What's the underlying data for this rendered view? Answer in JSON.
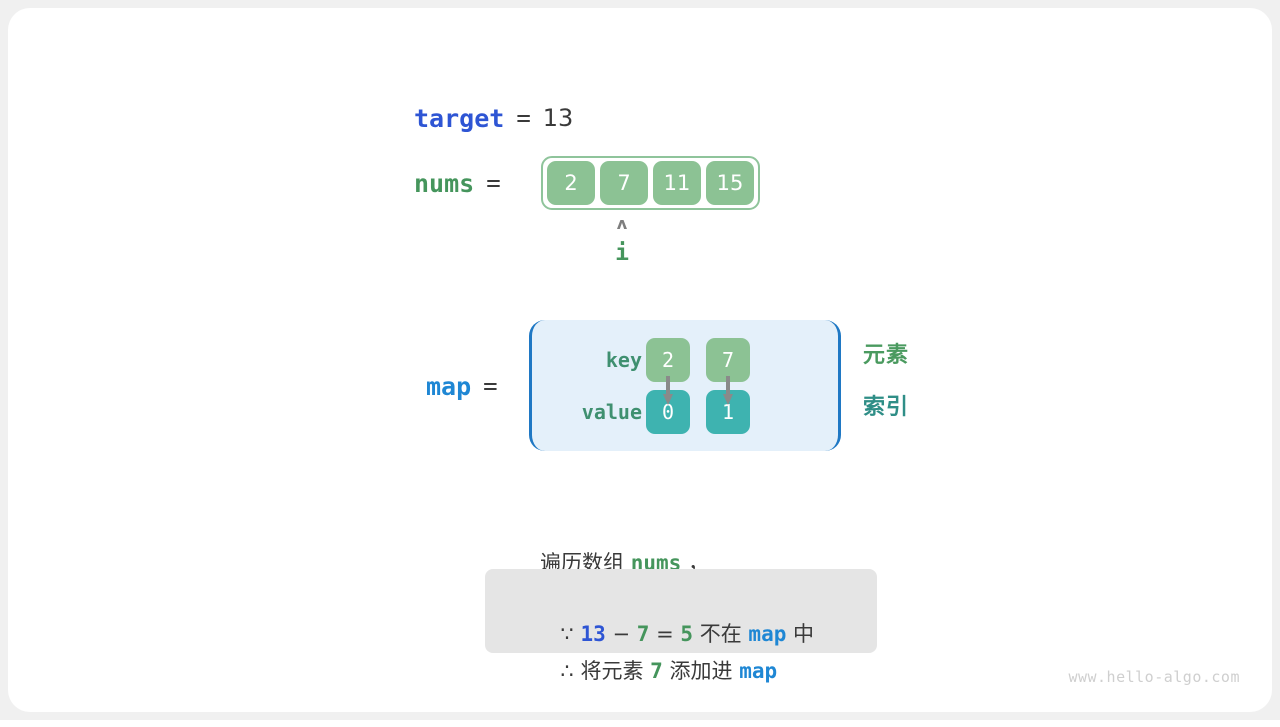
{
  "target": {
    "name": "target",
    "equals": "=",
    "value": "13"
  },
  "nums": {
    "name": "nums",
    "equals": "=",
    "cells": [
      "2",
      "7",
      "11",
      "15"
    ],
    "pointer": {
      "caret": "ʌ",
      "label": "i",
      "index": 1
    }
  },
  "map": {
    "name": "map",
    "equals": "=",
    "row_labels": {
      "key": "key",
      "value": "value"
    },
    "entries": [
      {
        "key": "2",
        "value": "0"
      },
      {
        "key": "7",
        "value": "1"
      }
    ],
    "legend": {
      "element": "元素",
      "index": "索引"
    }
  },
  "caption": {
    "prefix": "遍历数组 ",
    "code": "nums",
    "suffix": " ，"
  },
  "note": {
    "line1": {
      "because_symbol": "∵",
      "a": "13",
      "minus": "−",
      "b": "7",
      "eq": "=",
      "result": "5",
      "mid": "不在",
      "target": "map",
      "tail": "中"
    },
    "line2": {
      "therefore_symbol": "∴",
      "pre": "将元素",
      "num": "7",
      "mid": "添加进",
      "target": "map"
    }
  },
  "watermark": "www.hello-algo.com",
  "colors": {
    "target_blue": "#2e55d4",
    "map_blue": "#1f87d4",
    "green": "#45955c",
    "cell_green": "#8cc294",
    "cell_teal": "#3eb3b0",
    "map_bg": "#e4f0fa",
    "map_border": "#1f78c4",
    "note_bg": "#e5e5e5",
    "arrow_gray": "#8a8a8a"
  }
}
